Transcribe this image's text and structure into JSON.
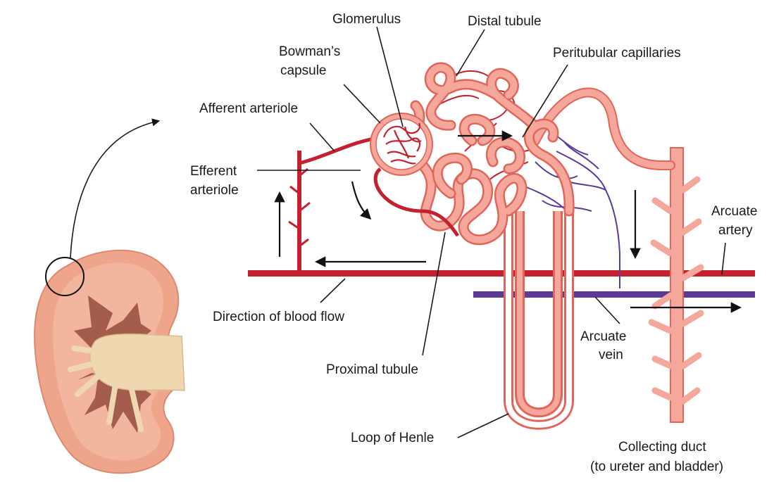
{
  "labels": {
    "glomerulus": "Glomerulus",
    "distal_tubule": "Distal tubule",
    "bowmans_capsule_1": "Bowman’s",
    "bowmans_capsule_2": "capsule",
    "peritubular_capillaries": "Peritubular capillaries",
    "afferent_arteriole": "Afferent arteriole",
    "efferent_arteriole_1": "Efferent",
    "efferent_arteriole_2": "arteriole",
    "arcuate_artery_1": "Arcuate",
    "arcuate_artery_2": "artery",
    "direction_of_blood_flow": "Direction of blood flow",
    "arcuate_vein_1": "Arcuate",
    "arcuate_vein_2": "vein",
    "proximal_tubule": "Proximal tubule",
    "loop_of_henle": "Loop of Henle",
    "collecting_duct_1": "Collecting duct",
    "collecting_duct_2": "(to ureter and bladder)"
  },
  "colors": {
    "artery": "#c4202f",
    "vein": "#5b3a9a",
    "tubule_fill": "#f4a79a",
    "tubule_stroke": "#e0665a",
    "kidney_outer": "#efa58c",
    "kidney_medulla": "#a45c4c",
    "kidney_pelvis": "#efd7b0"
  }
}
